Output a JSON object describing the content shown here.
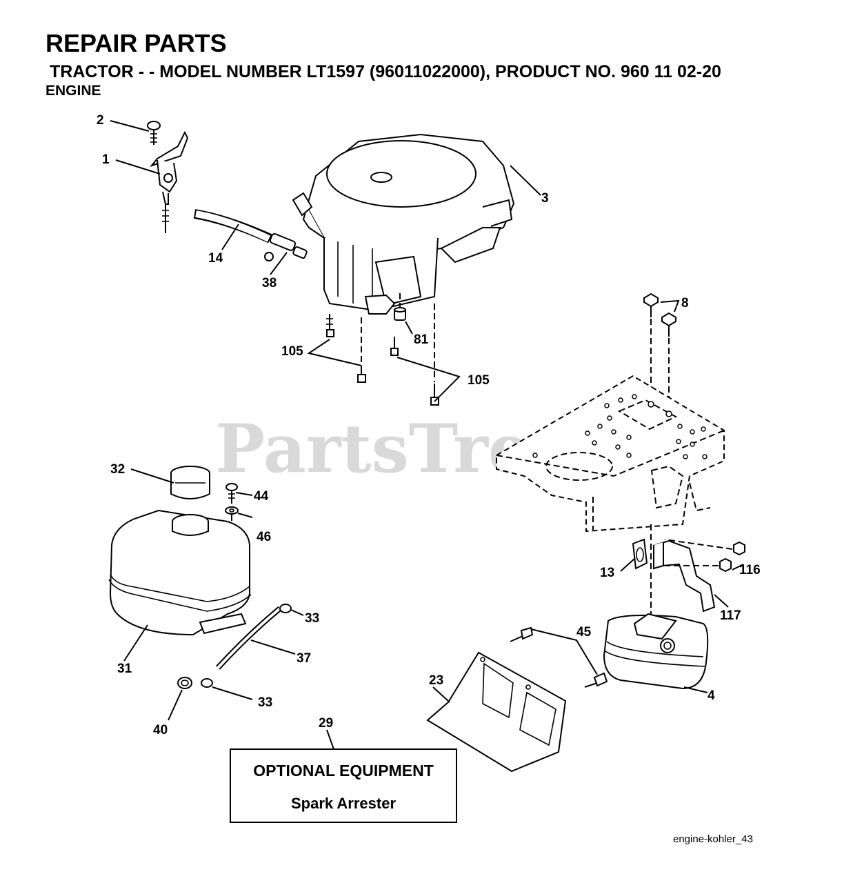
{
  "header": {
    "title": "REPAIR PARTS",
    "subtitle": "TRACTOR - - MODEL NUMBER  LT1597 (96011022000), PRODUCT NO. 960 11 02-20",
    "section": "ENGINE"
  },
  "watermark": "PartsTree",
  "callouts": {
    "c1": "1",
    "c2": "2",
    "c3": "3",
    "c4": "4",
    "c8": "8",
    "c13": "13",
    "c14": "14",
    "c23": "23",
    "c29": "29",
    "c31": "31",
    "c32": "32",
    "c33a": "33",
    "c33b": "33",
    "c37": "37",
    "c38": "38",
    "c40": "40",
    "c44": "44",
    "c45": "45",
    "c46": "46",
    "c81": "81",
    "c105a": "105",
    "c105b": "105",
    "c116": "116",
    "c117": "117"
  },
  "optional_box": {
    "title": "OPTIONAL EQUIPMENT",
    "subtitle": "Spark Arrester"
  },
  "diagram_code": "engine-kohler_43"
}
